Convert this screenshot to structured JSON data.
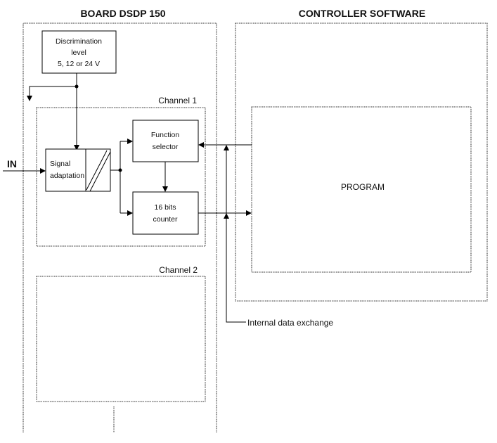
{
  "diagram": {
    "board_title": "BOARD DSDP 150",
    "controller_title": "CONTROLLER SOFTWARE",
    "discrimination": {
      "line1": "Discrimination",
      "line2": "level",
      "line3": "5, 12 or 24 V"
    },
    "channel1_label": "Channel 1",
    "channel2_label": "Channel 2",
    "input_label": "IN",
    "signal_adaptation": {
      "line1": "Signal",
      "line2": "adaptation"
    },
    "function_selector": {
      "line1": "Function",
      "line2": "selector"
    },
    "counter": {
      "line1": "16 bits",
      "line2": "counter"
    },
    "program_label": "PROGRAM",
    "internal_exchange_label": "Internal data exchange"
  }
}
